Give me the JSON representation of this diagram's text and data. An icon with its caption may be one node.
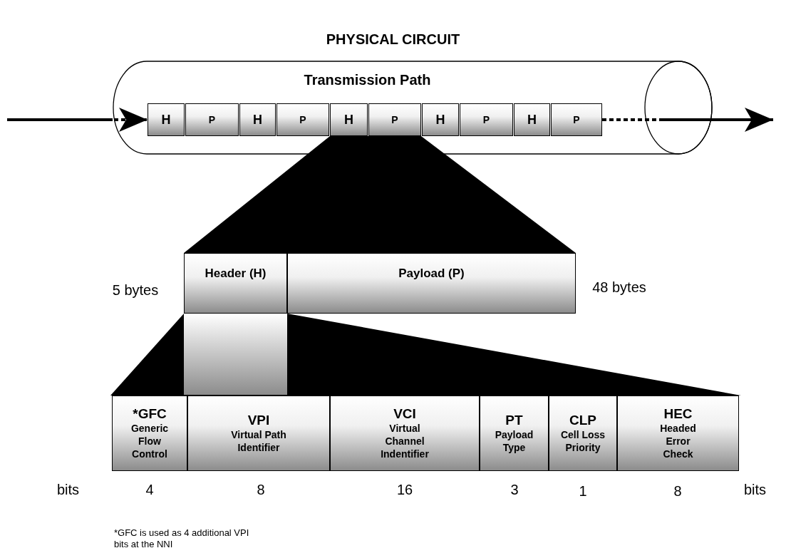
{
  "diagram": {
    "title": "PHYSICAL CIRCUIT",
    "nodes": [
      {
        "text": [
          "Transmission Path"
        ]
      },
      {
        "text": [
          "H"
        ],
        "in": 0
      },
      {
        "text": [
          "P"
        ],
        "in": 0
      },
      {
        "text": [
          "H"
        ],
        "in": 0
      },
      {
        "text": [
          "P"
        ],
        "in": 0
      },
      {
        "text": [
          "H"
        ],
        "in": 0
      },
      {
        "text": [
          "P"
        ],
        "in": 0
      },
      {
        "text": [
          "H"
        ],
        "in": 0
      },
      {
        "text": [
          "P"
        ],
        "in": 0
      },
      {
        "text": [
          "H"
        ],
        "in": 0
      },
      {
        "text": [
          "P"
        ],
        "in": 0
      },
      {
        "text": [
          "Header (H)"
        ],
        "beside": [
          "5 bytes"
        ]
      },
      {
        "text": [
          "Payload (P)"
        ],
        "beside": [
          "48 bytes"
        ]
      },
      {
        "text": [
          "*GFC",
          "Generic Flow Control"
        ],
        "beside": [
          "4"
        ]
      },
      {
        "text": [
          "VPI",
          "Virtual Path Identifier"
        ],
        "beside": [
          "8"
        ]
      },
      {
        "text": [
          "VCI",
          "Virtual Channel Indentifier"
        ],
        "beside": [
          "16"
        ]
      },
      {
        "text": [
          "PT",
          "Payload Type"
        ],
        "beside": [
          "3"
        ]
      },
      {
        "text": [
          "CLP",
          "Cell Loss Priority"
        ],
        "beside": [
          "1"
        ]
      },
      {
        "text": [
          "HEC",
          "Headed Error Check"
        ],
        "beside": [
          "8"
        ]
      }
    ],
    "edges": [
      {
        "from": null,
        "to": 1,
        "arrow": "to"
      },
      {
        "from": 10,
        "to": null,
        "arrow": "to"
      }
    ],
    "labels": [
      "bits",
      "bits",
      "*GFC is used as 4 additional VPI bits at the NNI"
    ]
  }
}
